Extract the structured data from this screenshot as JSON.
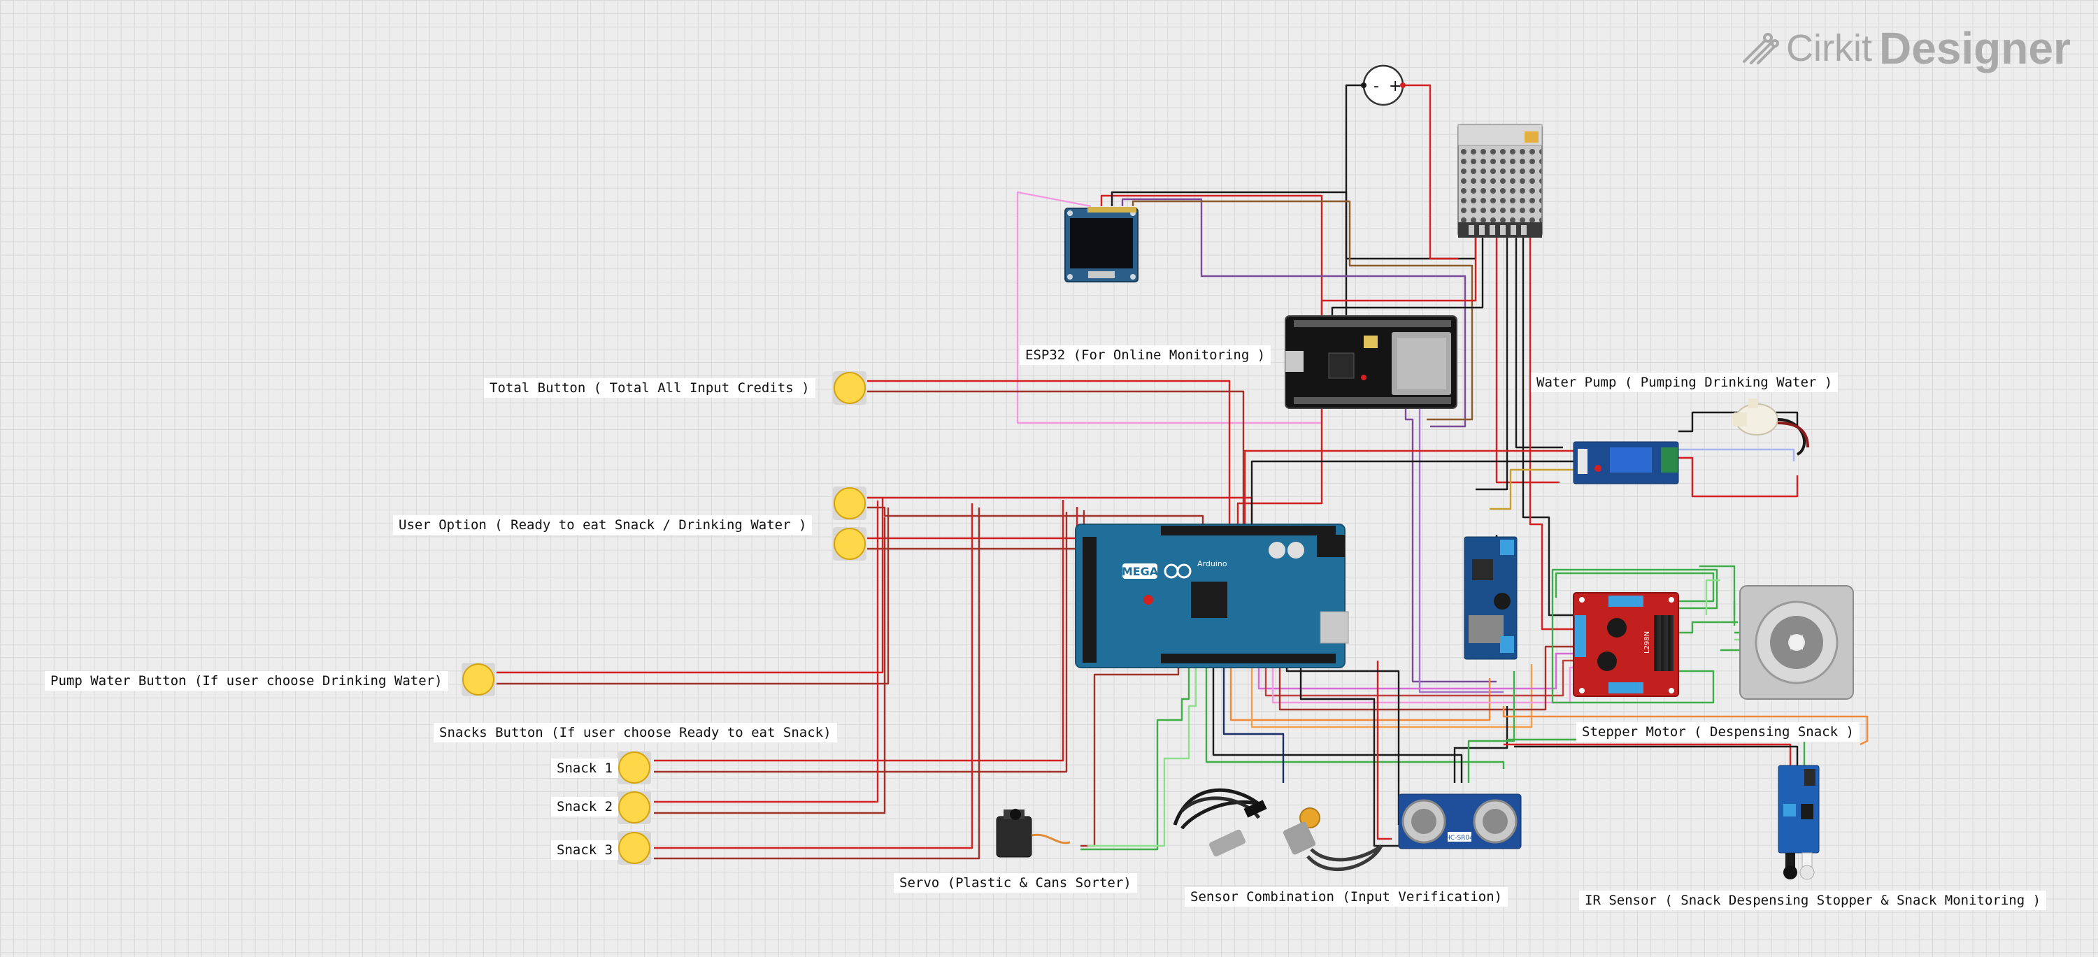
{
  "app": {
    "logo_brand": "Cirkit",
    "logo_product": "Designer",
    "logo_icon": "circuit-traces-icon"
  },
  "labels": {
    "esp32": "ESP32 (For Online Monitoring )",
    "total_button": "Total Button ( Total All Input Credits )",
    "user_option": "User Option ( Ready to eat Snack / Drinking Water )",
    "pump_water_button": "Pump Water Button (If user choose Drinking Water)",
    "snacks_button": "Snacks Button (If user choose Ready to eat Snack)",
    "snack_1": "Snack 1",
    "snack_2": "Snack 2",
    "snack_3": "Snack 3",
    "servo": "Servo (Plastic & Cans Sorter)",
    "sensor_combination": "Sensor Combination (Input Verification)",
    "water_pump": "Water Pump ( Pumping Drinking Water )",
    "stepper_motor": "Stepper Motor ( Despensing Snack )",
    "ir_sensor": "IR Sensor ( Snack Despensing Stopper & Snack Monitoring )"
  },
  "components": {
    "arduino_mega": {
      "badge": "MEGA",
      "brand": "Arduino"
    },
    "ultrasonic": {
      "model": "HC-SR04"
    },
    "motor_driver": {
      "model": "L298N"
    },
    "battery": {
      "minus": "-",
      "plus": "+"
    }
  },
  "colors": {
    "wire_red": "#d42020",
    "wire_dark_red": "#a0322a",
    "wire_black": "#1a1a1a",
    "wire_purple": "#7b4a9b",
    "wire_pink": "#f19ae0",
    "wire_green": "#3fae49",
    "wire_orange": "#f08a3a",
    "wire_brown": "#8b5a2b",
    "board_blue": "#1f6f9a",
    "button_yellow": "#ffd84a",
    "driver_red": "#c21f1f"
  }
}
